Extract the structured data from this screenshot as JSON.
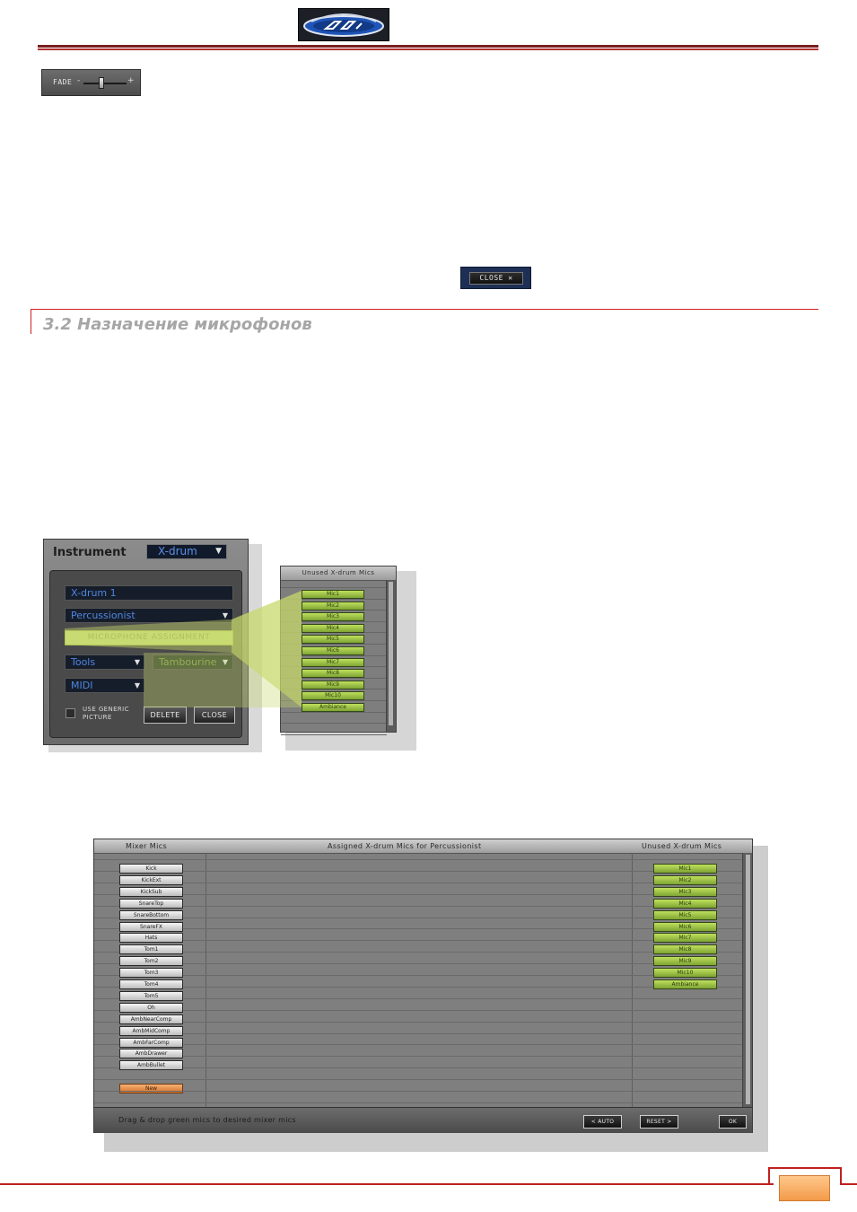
{
  "logo": {
    "alt": "dfh"
  },
  "fade_widget": {
    "label": "FADE",
    "minus": "-",
    "plus": "+",
    "level": 0.4
  },
  "close_widget": {
    "label": "CLOSE ✕"
  },
  "section": {
    "title": "3.2 Назначение микрофонов"
  },
  "instrument_panel": {
    "title": "Instrument",
    "kit_select": "X-drum",
    "name_field": "X-drum 1",
    "category_select": "Percussionist",
    "mic_assign_button": "MICROPHONE ASSIGNMENT",
    "tools_select": "Tools",
    "sub_select": "Tambourine",
    "midi_select": "MIDI",
    "generic_picture_line1": "USE GENERIC",
    "generic_picture_line2": "PICTURE",
    "delete_button": "DELETE",
    "close_button": "CLOSE"
  },
  "unused_panel": {
    "header": "Unused X-drum Mics",
    "mics": [
      "Mic1",
      "Mic2",
      "Mic3",
      "Mic4",
      "Mic5",
      "Mic6",
      "Mic7",
      "Mic8",
      "Mic9",
      "Mic10",
      "Ambiance"
    ]
  },
  "assign_panel": {
    "header_mixer": "Mixer Mics",
    "header_assigned": "Assigned X-drum Mics for Percussionist",
    "header_unused": "Unused X-drum Mics",
    "mixer_mics": [
      "Kick",
      "KickExt",
      "KickSub",
      "SnareTop",
      "SnareBottom",
      "SnareFX",
      "Hats",
      "Tom1",
      "Tom2",
      "Tom3",
      "Tom4",
      "Tom5",
      "Oh",
      "AmbNearComp",
      "AmbMidComp",
      "AmbFarComp",
      "AmbDrawer",
      "AmbBullet"
    ],
    "new_button": "New",
    "unused_mics": [
      "Mic1",
      "Mic2",
      "Mic3",
      "Mic4",
      "Mic5",
      "Mic6",
      "Mic7",
      "Mic8",
      "Mic9",
      "Mic10",
      "Ambiance"
    ],
    "hint": "Drag & drop green mics to desired mixer mics",
    "auto_button": "< AUTO",
    "reset_button": "RESET >",
    "ok_button": "OK"
  },
  "page_number": ""
}
